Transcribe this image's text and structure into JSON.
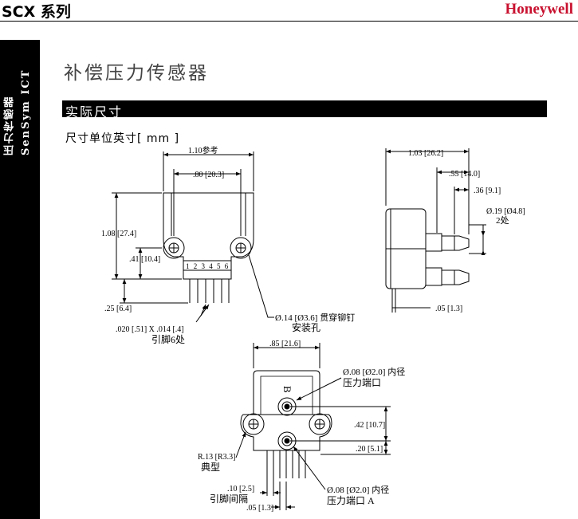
{
  "header": {
    "series": "SCX 系列",
    "brand": "Honeywell"
  },
  "sidebar": {
    "line1": "压力传感器",
    "line2": "SenSym ICT"
  },
  "page_title": "补偿压力传感器",
  "section_title": "实际尺寸",
  "units_note": "尺寸单位英寸[ mm ]",
  "front_view": {
    "overall_width": "1.10参考",
    "hole_spacing": ".80 [20.3]",
    "overall_height": "1.08 [27.4]",
    "hole_height": ".41 [10.4]",
    "lead_length": ".25 [6.4]",
    "pin_numbers": "1 2 3 4 5 6",
    "lead_size": ".020 [.51] X .014 [.4]",
    "lead_note": "引脚6处",
    "hole_dia": "Ø.14 [Ø3.6] 贯穿铆钉",
    "hole_note": "安装孔"
  },
  "side_view": {
    "overall_depth": "1.03 [26.2]",
    "port_length": ".55 [14.0]",
    "port_tip": ".36 [9.1]",
    "port_dia": "Ø.19 [Ø4.8]",
    "port_count": "2处",
    "lead_offset": ".05 [1.3]"
  },
  "bottom_view": {
    "width": ".85 [21.6]",
    "port_b_dia": "Ø.08 [Ø2.0] 内径",
    "port_b_label": "压力端口",
    "port_letter": "B",
    "port_spacing": ".42 [10.7]",
    "port_a_offset": ".20 [5.1]",
    "radius": "R.13 [R3.3]",
    "radius_note": "典型",
    "pin_pitch": ".10 [2.5]",
    "pin_pitch_note": "引脚间隔",
    "pin_offset": ".05 [1.3]",
    "port_a_dia": "Ø.08 [Ø2.0] 内径",
    "port_a_label": "压力端口 A"
  }
}
